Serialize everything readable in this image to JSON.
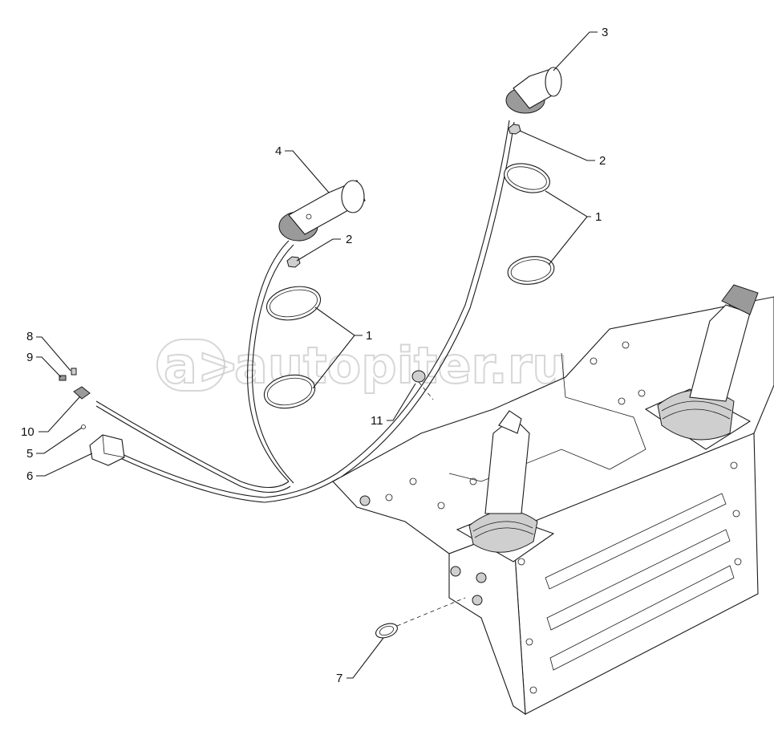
{
  "watermark": {
    "text": "autopiter.ru",
    "logo_glyph": "a>"
  },
  "callouts": [
    {
      "id": "c3",
      "label": "3"
    },
    {
      "id": "c4",
      "label": "4"
    },
    {
      "id": "c2a",
      "label": "2"
    },
    {
      "id": "c2b",
      "label": "2"
    },
    {
      "id": "c1a",
      "label": "1"
    },
    {
      "id": "c1b",
      "label": "1"
    },
    {
      "id": "c8",
      "label": "8"
    },
    {
      "id": "c9",
      "label": "9"
    },
    {
      "id": "c10",
      "label": "10"
    },
    {
      "id": "c5",
      "label": "5"
    },
    {
      "id": "c6",
      "label": "6"
    },
    {
      "id": "c11",
      "label": "11"
    },
    {
      "id": "c7",
      "label": "7"
    }
  ]
}
